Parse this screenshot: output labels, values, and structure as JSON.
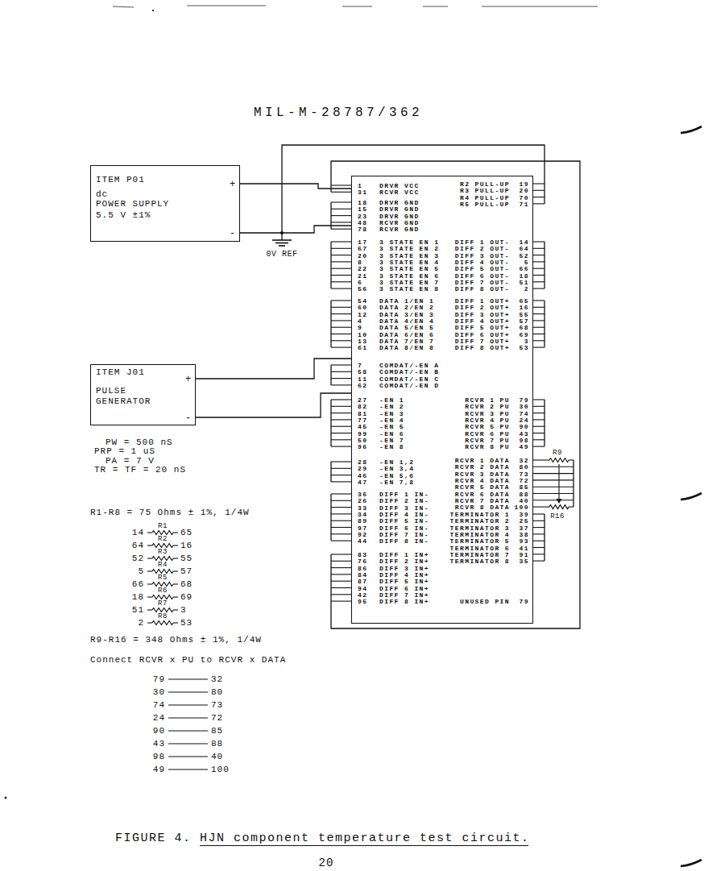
{
  "diagram": {
    "title": "MIL-M-28787/362",
    "caption": "FIGURE 4. HJN component temperature test circuit.",
    "nodes": [
      {
        "text": [
          "ITEM P01",
          "dc",
          "POWER SUPPLY",
          "5.5 V ±1%",
          "+",
          "-"
        ]
      },
      {
        "text": [
          "1",
          "DRVR VCC",
          "31",
          "RCVR VCC",
          "18",
          "DRVR GND",
          "15",
          "DRVR GND",
          "23",
          "DRVR GND",
          "48",
          "RCVR GND",
          "78",
          "RCVR GND",
          "17",
          "3 STATE EN 1",
          "67",
          "3 STATE EN 2",
          "20",
          "3 STATE EN 3",
          "8",
          "3 STATE EN 4",
          "22",
          "3 STATE EN 5",
          "21",
          "3 STATE EN 6",
          "6",
          "3 STATE EN 7",
          "56",
          "3 STATE EN 8",
          "54",
          "DATA 1/EN 1",
          "60",
          "DATA 2/EN 2",
          "12",
          "DATA 3/EN 3",
          "4",
          "DATA 4/EN 4",
          "9",
          "DATA 5/EN 5",
          "10",
          "DATA 6/EN 6",
          "13",
          "DATA 7/EN 7",
          "61",
          "DATA 8/EN 8",
          "7",
          "COMDAT/-EN A",
          "58",
          "COMDAT/-EN B",
          "11",
          "COMDAT/-EN C",
          "62",
          "COMDAT/-EN D",
          "27",
          "-EN 1",
          "82",
          "-EN 2",
          "81",
          "-EN 3",
          "77",
          "-EN 4",
          "45",
          "-EN 5",
          "99",
          "-EN 6",
          "50",
          "-EN 7",
          "96",
          "-EN 8",
          "28",
          "-EN 1,2",
          "29",
          "-EN 3,4",
          "46",
          "-EN 5,6",
          "47",
          "-EN 7,8",
          "36",
          "DIFF 1 IN-",
          "26",
          "DIFF 2 IN-",
          "33",
          "DIFF 3 IN-",
          "34",
          "DIFF 4 IN-",
          "89",
          "DIFF 5 IN-",
          "97",
          "DIFF 6 IN-",
          "92",
          "DIFF 7 IN-",
          "44",
          "DIFF 8 IN-",
          "83",
          "DIFF 1 IN+",
          "76",
          "DIFF 2 IN+",
          "86",
          "DIFF 3 IN+",
          "84",
          "DIFF 4 IN+",
          "87",
          "DIFF 5 IN+",
          "94",
          "DIFF 6 IN+",
          "42",
          "DIFF 7 IN+",
          "95",
          "DIFF 8 IN+",
          "R2 PULL-UP",
          "19",
          "R3 PULL-UP",
          "20",
          "R4 PULL-UP",
          "70",
          "R5 PULL-UP",
          "71",
          "DIFF 1 OUT-",
          "14",
          "DIFF 2 OUT-",
          "64",
          "DIFF 3 OUT-",
          "52",
          "DIFF 4 OUT-",
          "5",
          "DIFF 5 OUT-",
          "66",
          "DIFF 6 OUT-",
          "18",
          "DIFF 7 OUT-",
          "51",
          "DIFF 8 OUT-",
          "2",
          "DIFF 1 OUT+",
          "65",
          "DIFF 2 OUT+",
          "16",
          "DIFF 3 OUT+",
          "55",
          "DIFF 4 OUT+",
          "57",
          "DIFF 5 OUT+",
          "68",
          "DIFF 6 OUT+",
          "69",
          "DIFF 7 OUT+",
          "3",
          "DIFF 8 OUT+",
          "53",
          "RCVR 1 PU",
          "79",
          "RCVR 2 PU",
          "30",
          "RCVR 3 PU",
          "74",
          "RCVR 4 PU",
          "24",
          "RCVR 5 PU",
          "90",
          "RCVR 6 PU",
          "43",
          "RCVR 7 PU",
          "98",
          "RCVR 8 PU",
          "49",
          "RCVR 1 DATA",
          "32",
          "RCVR 2 DATA",
          "80",
          "RCVR 3 DATA",
          "73",
          "RCVR 4 DATA",
          "72",
          "RCVR 5 DATA",
          "85",
          "RCVR 6 DATA",
          "88",
          "RCVR 7 DATA",
          "40",
          "RCVR 8 DATA",
          "100",
          "TERMINATOR 1",
          "39",
          "TERMINATOR 2",
          "25",
          "TERMINATOR 3",
          "37",
          "TERMINATOR 4",
          "38",
          "TERMINATOR 5",
          "93",
          "TERMINATOR 6",
          "41",
          "TERMINATOR 7",
          "91",
          "TERMINATOR 8",
          "35",
          "UNUSED PIN",
          "79"
        ]
      },
      {
        "text": [
          "ITEM J01",
          "PULSE GENERATOR",
          "+",
          "-"
        ]
      }
    ],
    "edges": [
      {
        "from": 0,
        "to": 1,
        "arrow": "none"
      },
      {
        "from": 0,
        "to": 1,
        "arrow": "none"
      },
      {
        "from": 2,
        "to": 1,
        "arrow": "none"
      },
      {
        "from": 2,
        "to": 1,
        "arrow": "none"
      }
    ],
    "labels": [
      "0V REF",
      "PW = 500 nS",
      "PRP = 1 uS",
      "PA = 7 V",
      "TR = TF = 20 nS",
      "R1-R8 = 75 Ohms ± 1%, 1/4W",
      "14",
      "R1",
      "65",
      "64",
      "R2",
      "16",
      "52",
      "R3",
      "55",
      "5",
      "R4",
      "57",
      "66",
      "R5",
      "68",
      "18",
      "R6",
      "69",
      "51",
      "R7",
      "3",
      "2",
      "R8",
      "53",
      "R9-R16 = 348 Ohms ± 1%, 1/4W",
      "Connect RCVR x PU to RCVR x DATA",
      "79",
      "32",
      "30",
      "80",
      "74",
      "73",
      "24",
      "72",
      "90",
      "85",
      "43",
      "88",
      "98",
      "40",
      "49",
      "100",
      "R9",
      "R16",
      "20"
    ]
  }
}
